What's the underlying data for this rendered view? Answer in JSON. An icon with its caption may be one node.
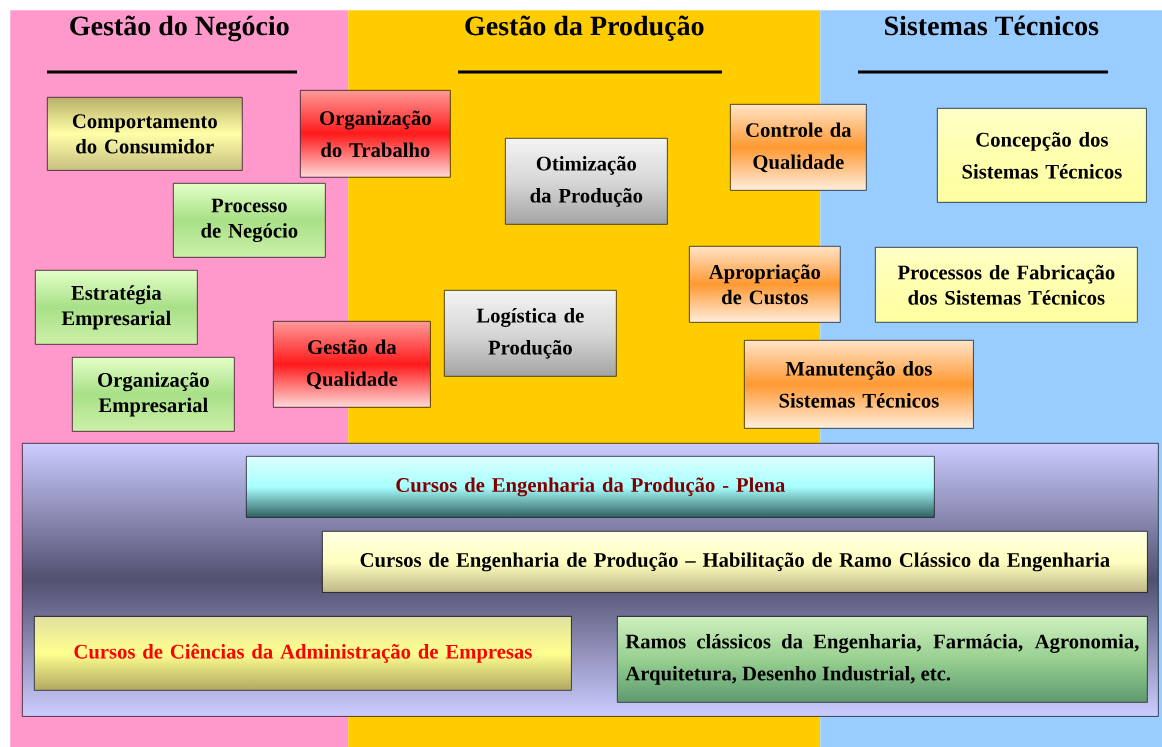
{
  "diagram": {
    "nodes": [
      {
        "text": [
          "Gestão do Negócio"
        ]
      },
      {
        "text": [
          "Gestão da Produção"
        ]
      },
      {
        "text": [
          "Sistemas Técnicos"
        ]
      },
      {
        "text": [
          "Comportamento do Consumidor"
        ],
        "in": 0
      },
      {
        "text": [
          "Organização do Trabalho"
        ]
      },
      {
        "text": [
          "Otimização da Produção"
        ],
        "in": 1
      },
      {
        "text": [
          "Controle da Qualidade"
        ]
      },
      {
        "text": [
          "Concepção dos Sistemas Técnicos"
        ],
        "in": 2
      },
      {
        "text": [
          "Processo de Negócio"
        ],
        "in": 0
      },
      {
        "text": [
          "Apropriação de Custos"
        ]
      },
      {
        "text": [
          "Processos de Fabricação dos Sistemas Técnicos"
        ],
        "in": 2
      },
      {
        "text": [
          "Estratégia Empresarial"
        ],
        "in": 0
      },
      {
        "text": [
          "Logística de Produção"
        ],
        "in": 1
      },
      {
        "text": [
          "Gestão da Qualidade"
        ]
      },
      {
        "text": [
          "Organização Empresarial"
        ],
        "in": 0
      },
      {
        "text": [
          "Manutenção dos Sistemas Técnicos"
        ]
      },
      {
        "text": [],
        "shape": "box"
      },
      {
        "text": [
          "Cursos de Engenharia da Produção - Plena"
        ],
        "in": 16
      },
      {
        "text": [
          "Cursos de Engenharia de Produção – Habilitação de Ramo Clássico da Engenharia"
        ],
        "in": 16
      },
      {
        "text": [
          "Cursos de Ciências da Administração de Empresas"
        ],
        "in": 16
      },
      {
        "text": [
          "Ramos clássicos da Engenharia, Farmácia, Agronomia, Arquitetura, Desenho Industrial, etc."
        ],
        "in": 16
      }
    ]
  }
}
